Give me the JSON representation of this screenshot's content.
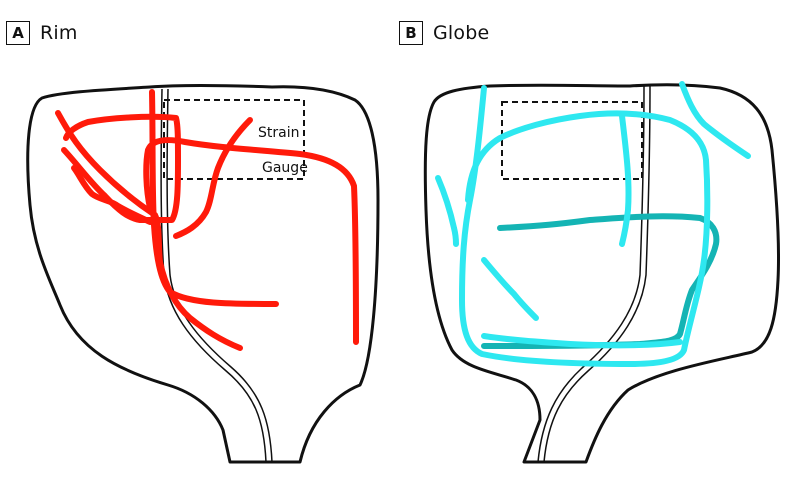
{
  "panels": [
    {
      "letter": "A",
      "title": "Rim",
      "color": "#ff1a0a"
    },
    {
      "letter": "B",
      "title": "Globe",
      "color": "#2ee8f0",
      "color_secondary": "#14b4b4"
    }
  ],
  "annotation": {
    "line1": "Strain",
    "line2": "Gauge"
  }
}
